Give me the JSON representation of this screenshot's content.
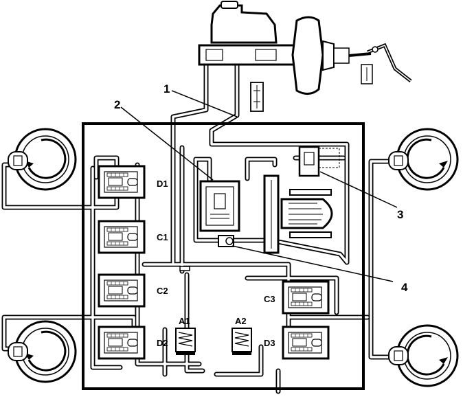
{
  "callouts": {
    "c1": "1",
    "c2": "2",
    "c3": "3",
    "c4": "4"
  },
  "valves": {
    "d1": "D1",
    "c1": "C1",
    "c2": "C2",
    "d2": "D2",
    "c3": "C3",
    "d3": "D3"
  },
  "accumulators": {
    "a1": "A1",
    "a2": "A2"
  },
  "colors": {
    "line": "#000000",
    "fill": "#ffffff",
    "pipe_fill": "#ffffff"
  }
}
